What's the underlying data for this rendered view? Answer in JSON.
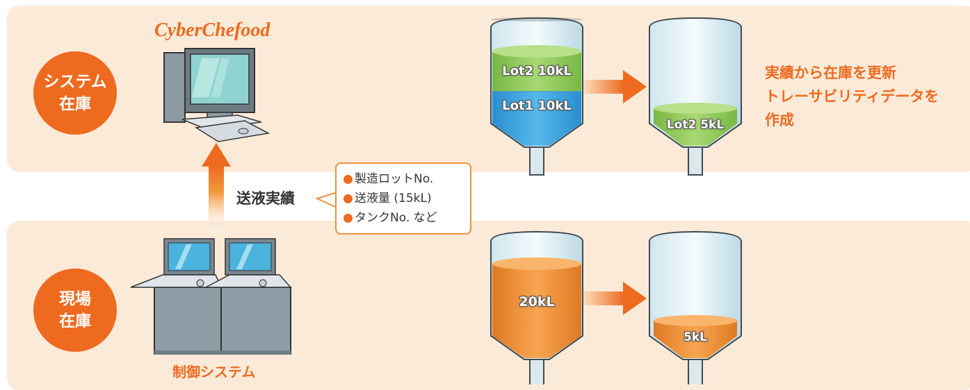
{
  "sections": {
    "system": {
      "line1": "システム",
      "line2": "在庫"
    },
    "field": {
      "line1": "現場",
      "line2": "在庫"
    }
  },
  "brand": "CyberChefood",
  "control_system_label": "制御システム",
  "transfer_label": "送液実績",
  "callout_items": [
    "製造ロットNo.",
    "送液量 (15kL)",
    "タンクNo. など"
  ],
  "system_tanks": {
    "before": {
      "upper_lot": "Lot2 10kL",
      "lower_lot": "Lot1 10kL"
    },
    "after": {
      "lot": "Lot2 5kL"
    }
  },
  "field_tanks": {
    "before": {
      "amount": "20kL"
    },
    "after": {
      "amount": "5kL"
    }
  },
  "update_note": [
    "実績から在庫を更新",
    "トレーサビリティデータを",
    "作成"
  ],
  "colors": {
    "accent": "#ed6a1f",
    "band": "#fbead8",
    "blue_liquid": "#2f9fdc",
    "green_liquid": "#8cc850",
    "orange_liquid": "#f08a2c"
  }
}
